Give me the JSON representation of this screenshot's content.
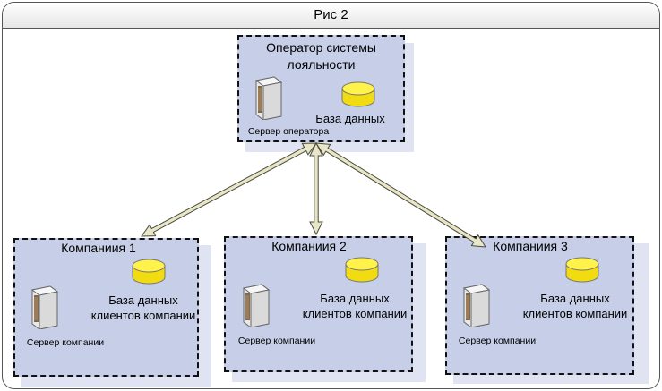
{
  "title": "Рис 2",
  "operator": {
    "title_line1": "Оператор системы",
    "title_line2": "лояльности",
    "db_label": "База данных",
    "server_label": "Сервер оператора"
  },
  "companies": [
    {
      "title": "Компаниия 1",
      "db_line1": "База данных",
      "db_line2": "клиентов компании",
      "server_label": "Сервер компании"
    },
    {
      "title": "Компаниия 2",
      "db_line1": "База данных",
      "db_line2": "клиентов компании",
      "server_label": "Сервер компании"
    },
    {
      "title": "Компаниия 3",
      "db_line1": "База данных",
      "db_line2": "клиентов компании",
      "server_label": "Сервер компании"
    }
  ],
  "colors": {
    "box_fill": "#c7cfe8",
    "db_fill": "#ffee22",
    "arrow_fill": "#e8e6c8",
    "arrow_stroke": "#4a4a3a"
  },
  "icons": [
    "server-icon",
    "database-icon"
  ]
}
